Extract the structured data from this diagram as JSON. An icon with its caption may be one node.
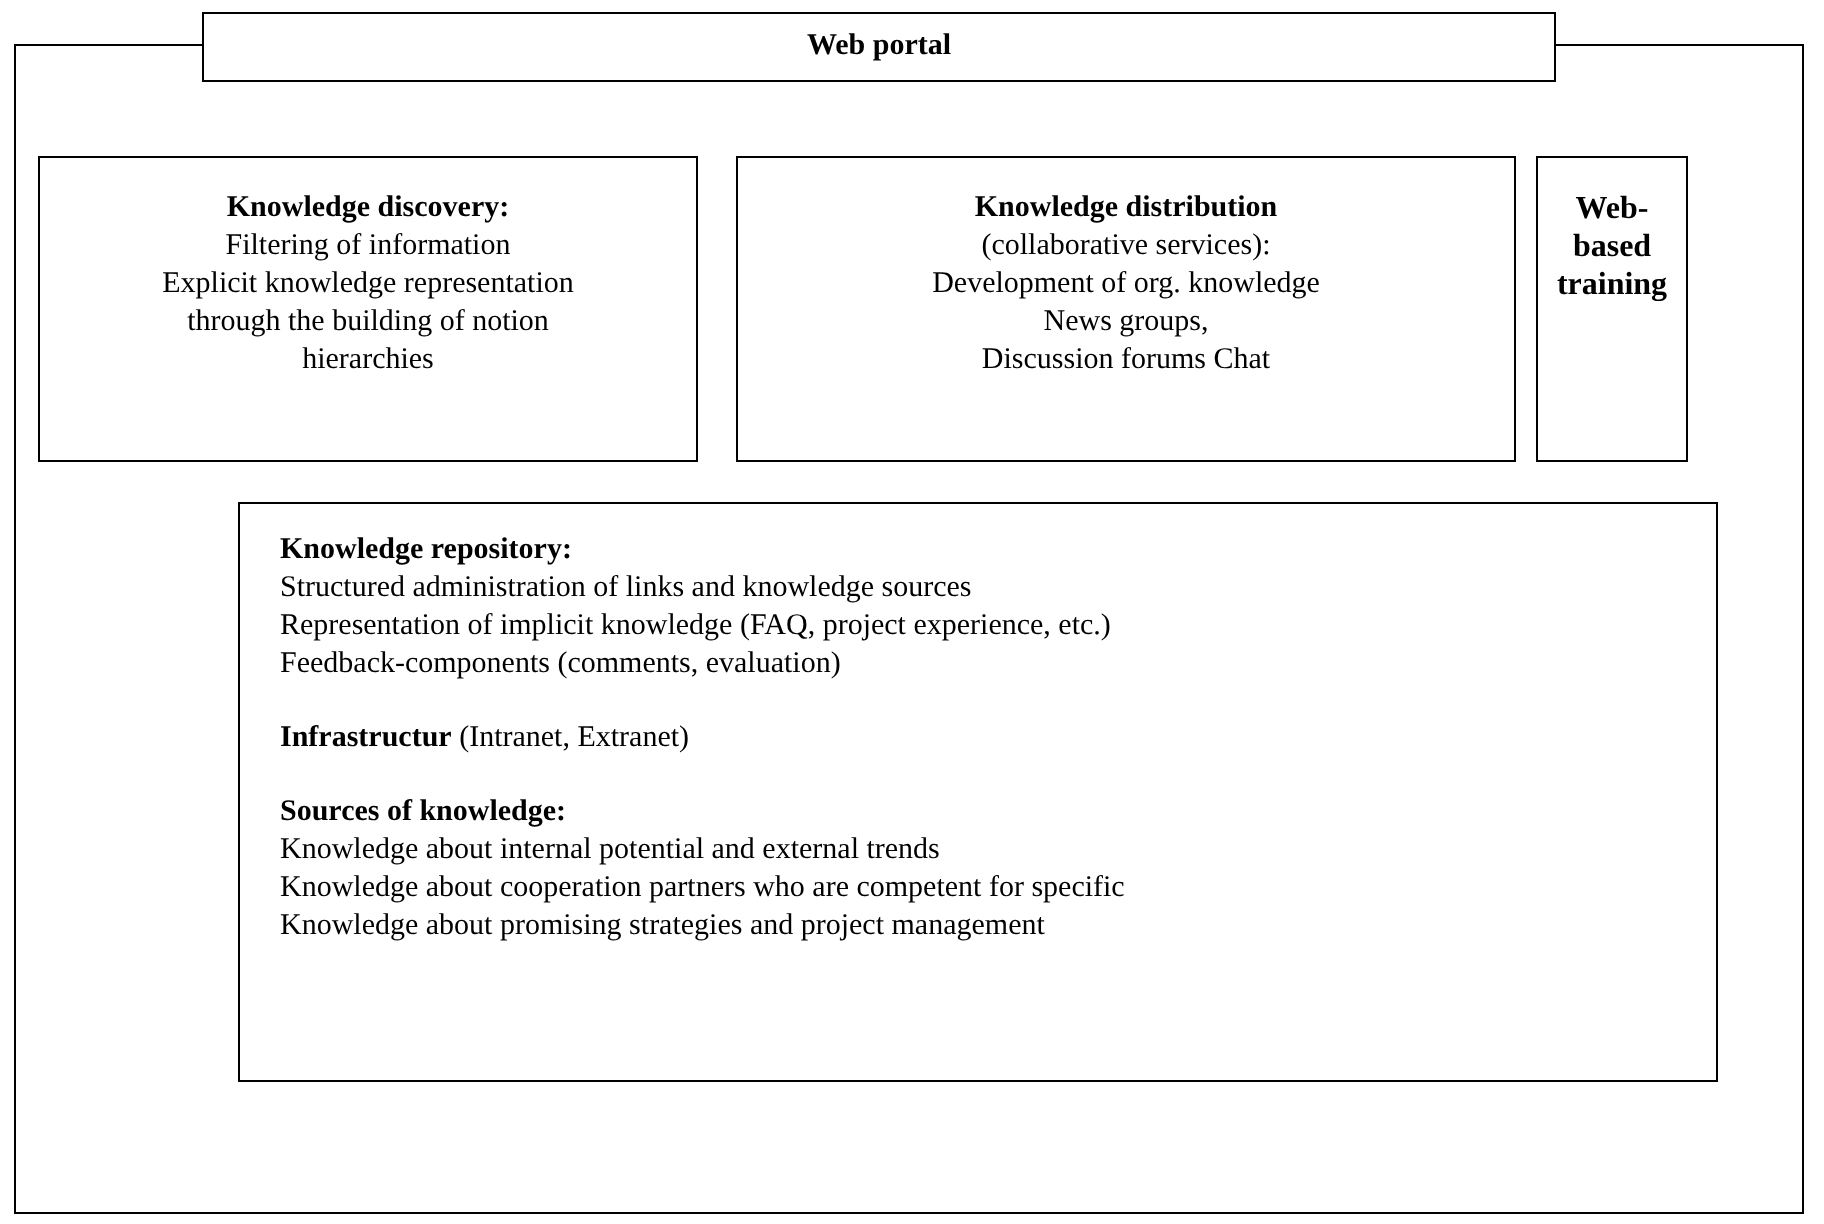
{
  "diagram": {
    "nodes": [
      {
        "text": [],
        "shape": "box"
      },
      {
        "text": [
          "Web portal"
        ],
        "in": 0
      },
      {
        "text": [
          "Knowledge discovery:",
          "Filtering of information",
          "Explicit knowledge representation through the building of notion hierarchies"
        ],
        "in": 0
      },
      {
        "text": [
          "**Knowledge distribution** (collaborative services):",
          "Development of org. knowledge",
          "News groups,",
          "Discussion forums Chat"
        ],
        "in": 0
      },
      {
        "text": [
          "Web-based training"
        ],
        "in": 0
      },
      {
        "text": [
          "Knowledge repository:",
          "Structured administration of links and knowledge sources",
          "Representation of implicit knowledge (FAQ, project experience, etc.)",
          "Feedback-components (comments, evaluation)",
          "**Infrastructur** (Intranet, Extranet)",
          "Sources of knowledge:",
          "Knowledge about internal potential and external trends",
          "Knowledge about cooperation partners who are competent for specific",
          "Knowledge about promising strategies and project management"
        ],
        "in": 0
      }
    ]
  }
}
